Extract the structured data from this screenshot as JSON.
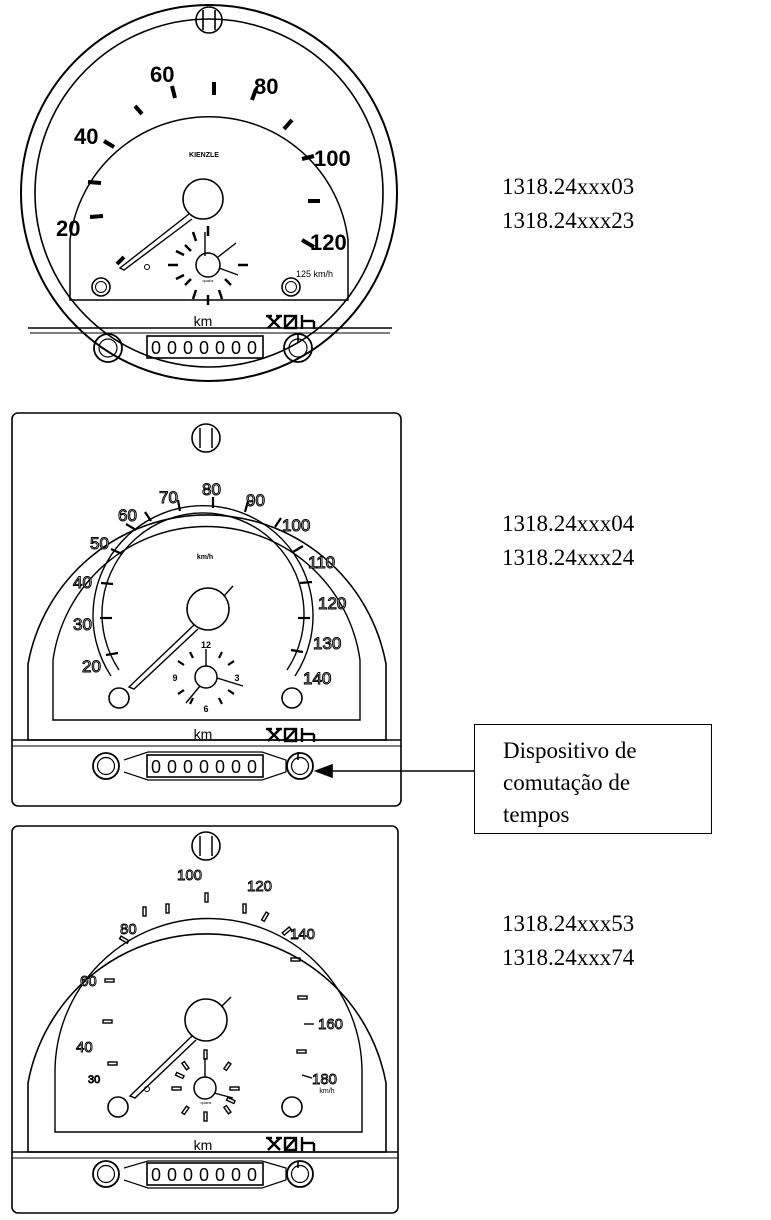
{
  "instruments": [
    {
      "brand": "KIENZLE",
      "speed_labels": [
        "20",
        "40",
        "60",
        "80",
        "100",
        "120"
      ],
      "unit_label": "125 km/h",
      "clock_label": "quartz",
      "odometer_unit": "km",
      "odometer_digits": [
        "0",
        "0",
        "0",
        "0",
        "0",
        "0",
        "0"
      ],
      "models": [
        "1318.24xxx03",
        "1318.24xxx23"
      ]
    },
    {
      "unit_label": "km/h",
      "speed_labels": [
        "20",
        "30",
        "40",
        "50",
        "60",
        "70",
        "80",
        "90",
        "100",
        "110",
        "120",
        "130",
        "140"
      ],
      "clock_numbers": [
        "12",
        "3",
        "6",
        "9"
      ],
      "odometer_unit": "km",
      "odometer_digits": [
        "0",
        "0",
        "0",
        "0",
        "0",
        "0",
        "0"
      ],
      "models": [
        "1318.24xxx04",
        "1318.24xxx24"
      ]
    },
    {
      "speed_labels": [
        "30",
        "40",
        "60",
        "80",
        "100",
        "120",
        "140",
        "160",
        "180"
      ],
      "unit_label": "km/h",
      "clock_label": "quartz",
      "odometer_unit": "km",
      "odometer_digits": [
        "0",
        "0",
        "0",
        "0",
        "0",
        "0",
        "0"
      ],
      "models": [
        "1318.24xxx53",
        "1318.24xxx74"
      ]
    }
  ],
  "callout": {
    "lines": [
      "Dispositivo de",
      "comutação de",
      "tempos"
    ]
  }
}
